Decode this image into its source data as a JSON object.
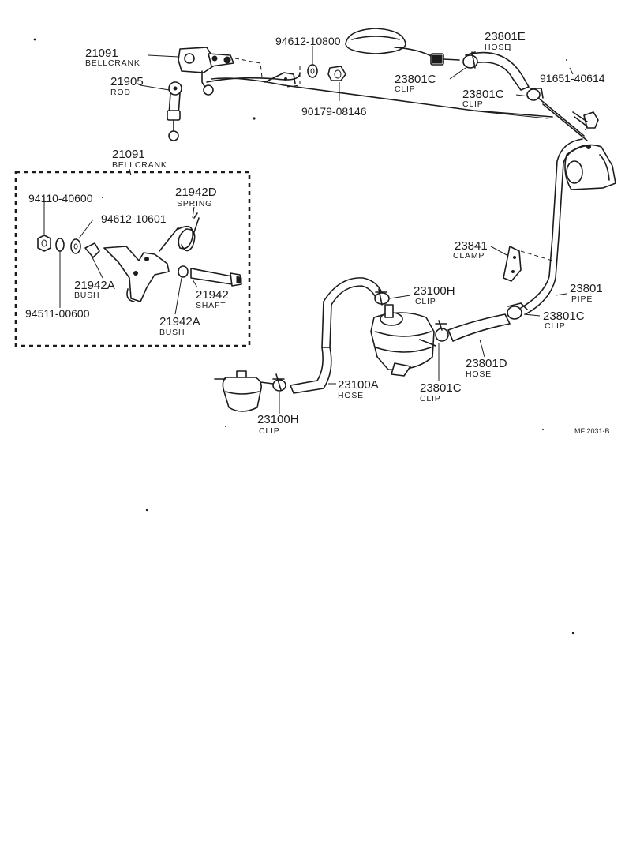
{
  "labels": {
    "bellcrank_top": {
      "number": "21091",
      "name": "BELLCRANK"
    },
    "rod": {
      "number": "21905",
      "name": "ROD"
    },
    "washer_top": {
      "number": "94612-10800"
    },
    "nut_top": {
      "number": "90179-08146"
    },
    "hose_top": {
      "number": "23801E",
      "name": "HOSE"
    },
    "clip_top_left": {
      "number": "23801C",
      "name": "CLIP"
    },
    "clip_top_right": {
      "number": "23801C",
      "name": "CLIP"
    },
    "bolt_top": {
      "number": "91651-40614"
    },
    "bellcrank_box": {
      "number": "21091",
      "name": "BELLCRANK"
    },
    "nut_box": {
      "number": "94110-40600"
    },
    "washer_box": {
      "number": "94612-10601"
    },
    "spring": {
      "number": "21942D",
      "name": "SPRING"
    },
    "bush_upper": {
      "number": "21942A",
      "name": "BUSH"
    },
    "shaft": {
      "number": "21942",
      "name": "SHAFT"
    },
    "lockwasher_box": {
      "number": "94511-00600"
    },
    "bush_lower": {
      "number": "21942A",
      "name": "BUSH"
    },
    "clamp": {
      "number": "23841",
      "name": "CLAMP"
    },
    "pipe": {
      "number": "23801",
      "name": "PIPE"
    },
    "clip_pipe": {
      "number": "23801C",
      "name": "CLIP"
    },
    "clip_pump_upper": {
      "number": "23100H",
      "name": "CLIP"
    },
    "hose_right": {
      "number": "23801D",
      "name": "HOSE"
    },
    "clip_pump_lower": {
      "number": "23801C",
      "name": "CLIP"
    },
    "hose_left": {
      "number": "23100A",
      "name": "HOSE"
    },
    "clip_filter": {
      "number": "23100H",
      "name": "CLIP"
    }
  },
  "figure_ref": "MF  2031-B"
}
